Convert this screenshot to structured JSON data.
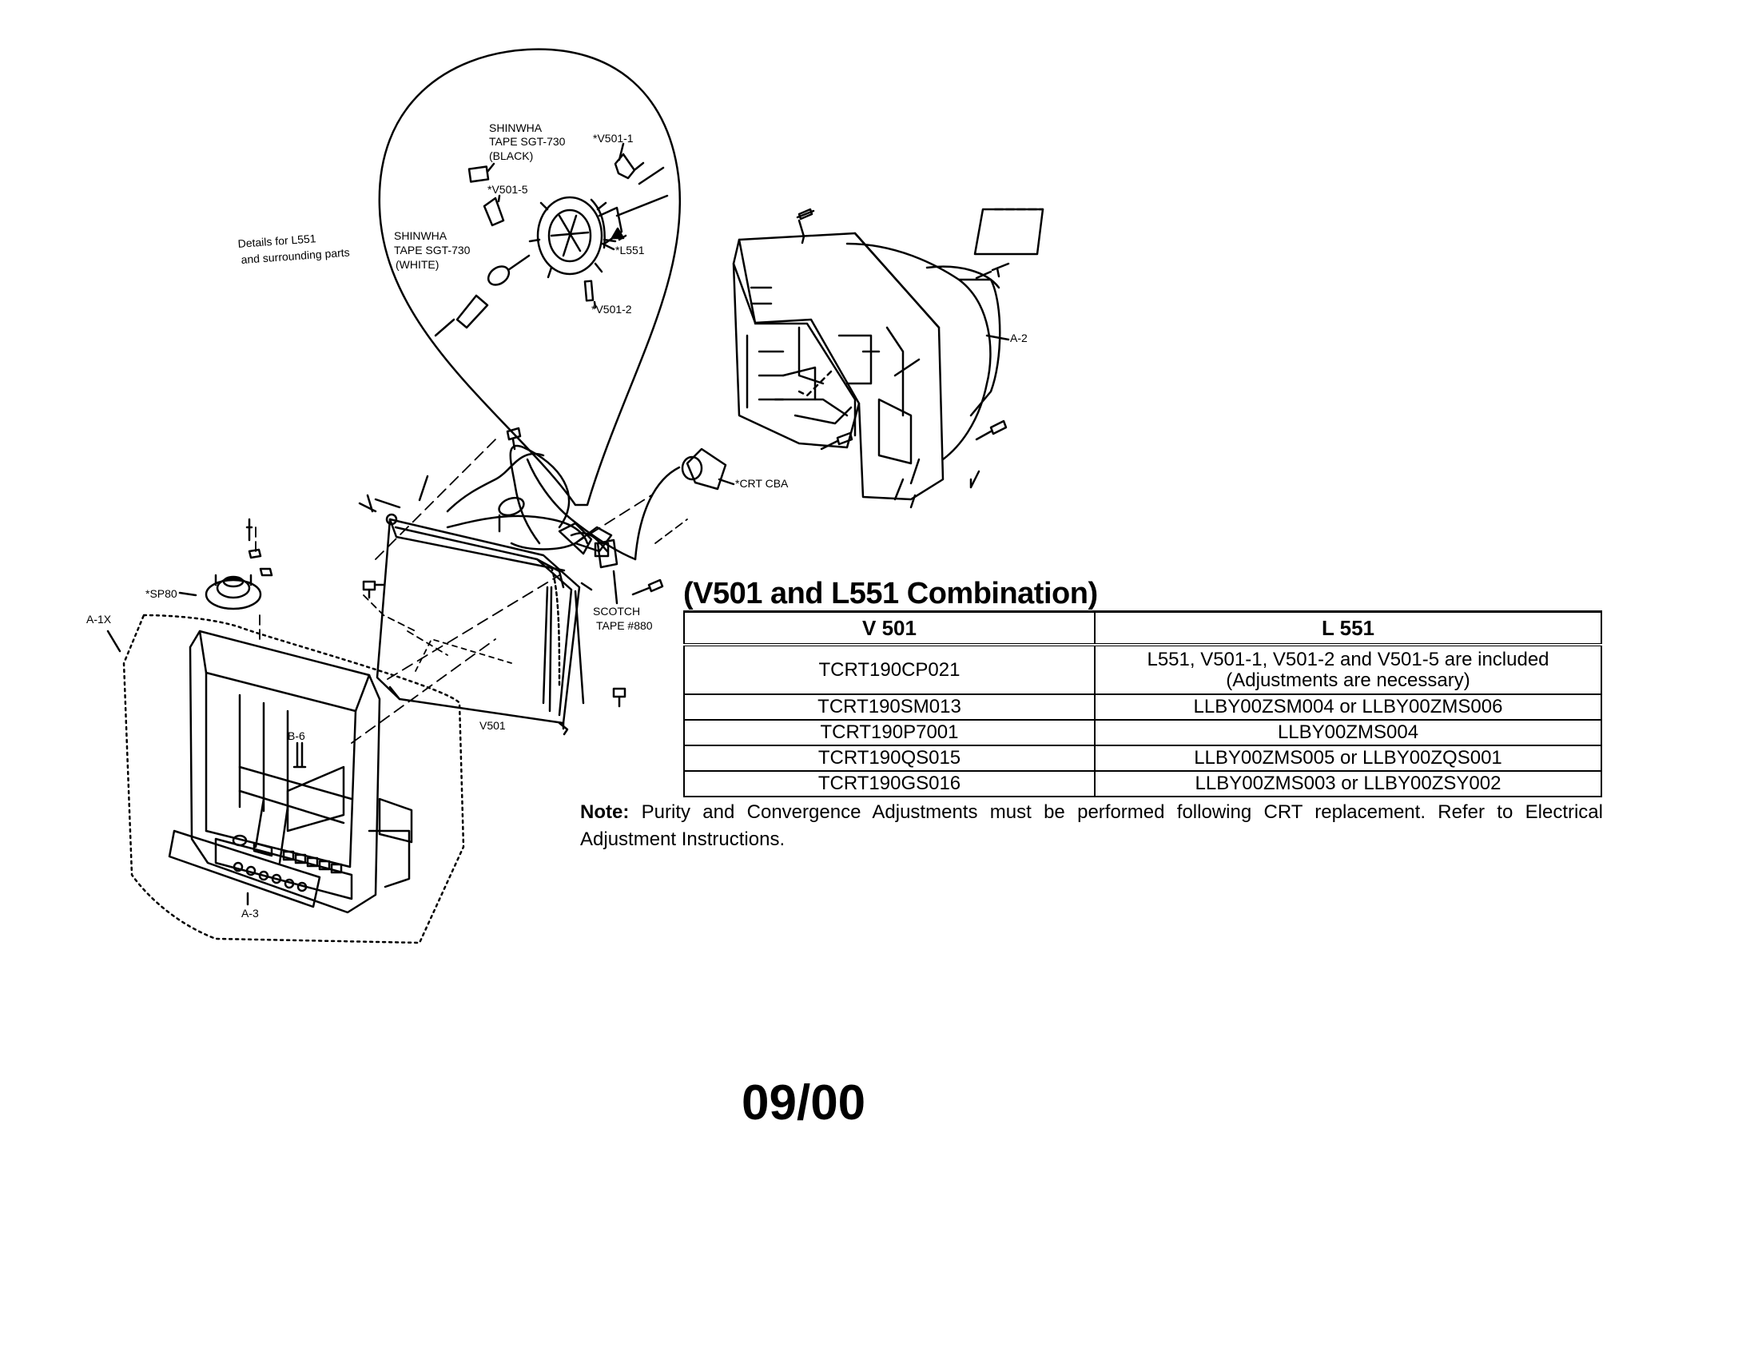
{
  "callouts": {
    "details_note_line1": "Details for L551",
    "details_note_line2": "and surrounding parts",
    "shinwha_black_1": "SHINWHA",
    "shinwha_black_2": "TAPE SGT-730",
    "shinwha_black_3": "(BLACK)",
    "v501_1": "*V501-1",
    "v501_5": "*V501-5",
    "shinwha_white_1": "SHINWHA",
    "shinwha_white_2": "TAPE SGT-730",
    "shinwha_white_3": "(WHITE)",
    "l551": "*L551",
    "v501_2": "*V501-2",
    "a2": "A-2",
    "crt_cba": "*CRT CBA",
    "sp80": "*SP80",
    "a1x": "A-1X",
    "b6": "B-6",
    "a3": "A-3",
    "scotch_1": "SCOTCH",
    "scotch_2": "TAPE #880",
    "v501": "V501"
  },
  "combination": {
    "title": "(V501 and L551 Combination)",
    "col_v501": "V 501",
    "col_l551": "L 551",
    "rows": [
      {
        "v501": "TCRT190CP021",
        "l551_line1": "L551, V501-1, V501-2 and V501-5 are included",
        "l551_line2": "(Adjustments are necessary)"
      },
      {
        "v501": "TCRT190SM013",
        "l551_line1": "LLBY00ZSM004 or LLBY00ZMS006",
        "l551_line2": ""
      },
      {
        "v501": "TCRT190P7001",
        "l551_line1": "LLBY00ZMS004",
        "l551_line2": ""
      },
      {
        "v501": "TCRT190QS015",
        "l551_line1": "LLBY00ZMS005 or LLBY00ZQS001",
        "l551_line2": ""
      },
      {
        "v501": "TCRT190GS016",
        "l551_line1": "LLBY00ZMS003 or LLBY00ZSY002",
        "l551_line2": ""
      }
    ]
  },
  "note": {
    "label": "Note:",
    "text": "Purity and Convergence Adjustments must be performed following CRT replacement. Refer to Electrical Adjustment Instructions."
  },
  "date": "09/00"
}
